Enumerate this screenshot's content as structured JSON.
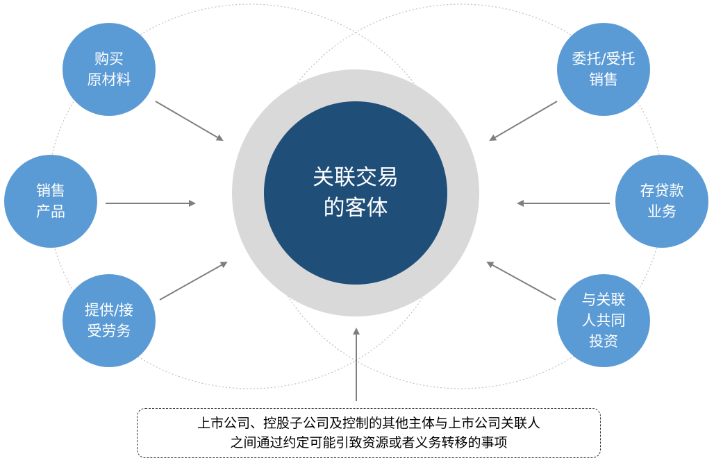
{
  "colors": {
    "node_fill": "#5b9bd5",
    "core_fill": "#1f4e79",
    "ring_fill": "#d9d9d9",
    "arrow": "#7f7f7f",
    "outline_dots": "#bfbfbf"
  },
  "center": {
    "title": "关联交易\n的客体"
  },
  "left_items": [
    {
      "label": "购买\n原材料"
    },
    {
      "label": "销售\n产品"
    },
    {
      "label": "提供/接\n受劳务"
    }
  ],
  "right_items": [
    {
      "label": "委托/受托\n销售"
    },
    {
      "label": "存贷款\n业务"
    },
    {
      "label": "与关联\n人共同\n投资"
    }
  ],
  "definition": {
    "text": "上市公司、控股子公司及控制的其他主体与上市公司关联人\n之间通过约定可能引致资源或者义务转移的事项"
  }
}
